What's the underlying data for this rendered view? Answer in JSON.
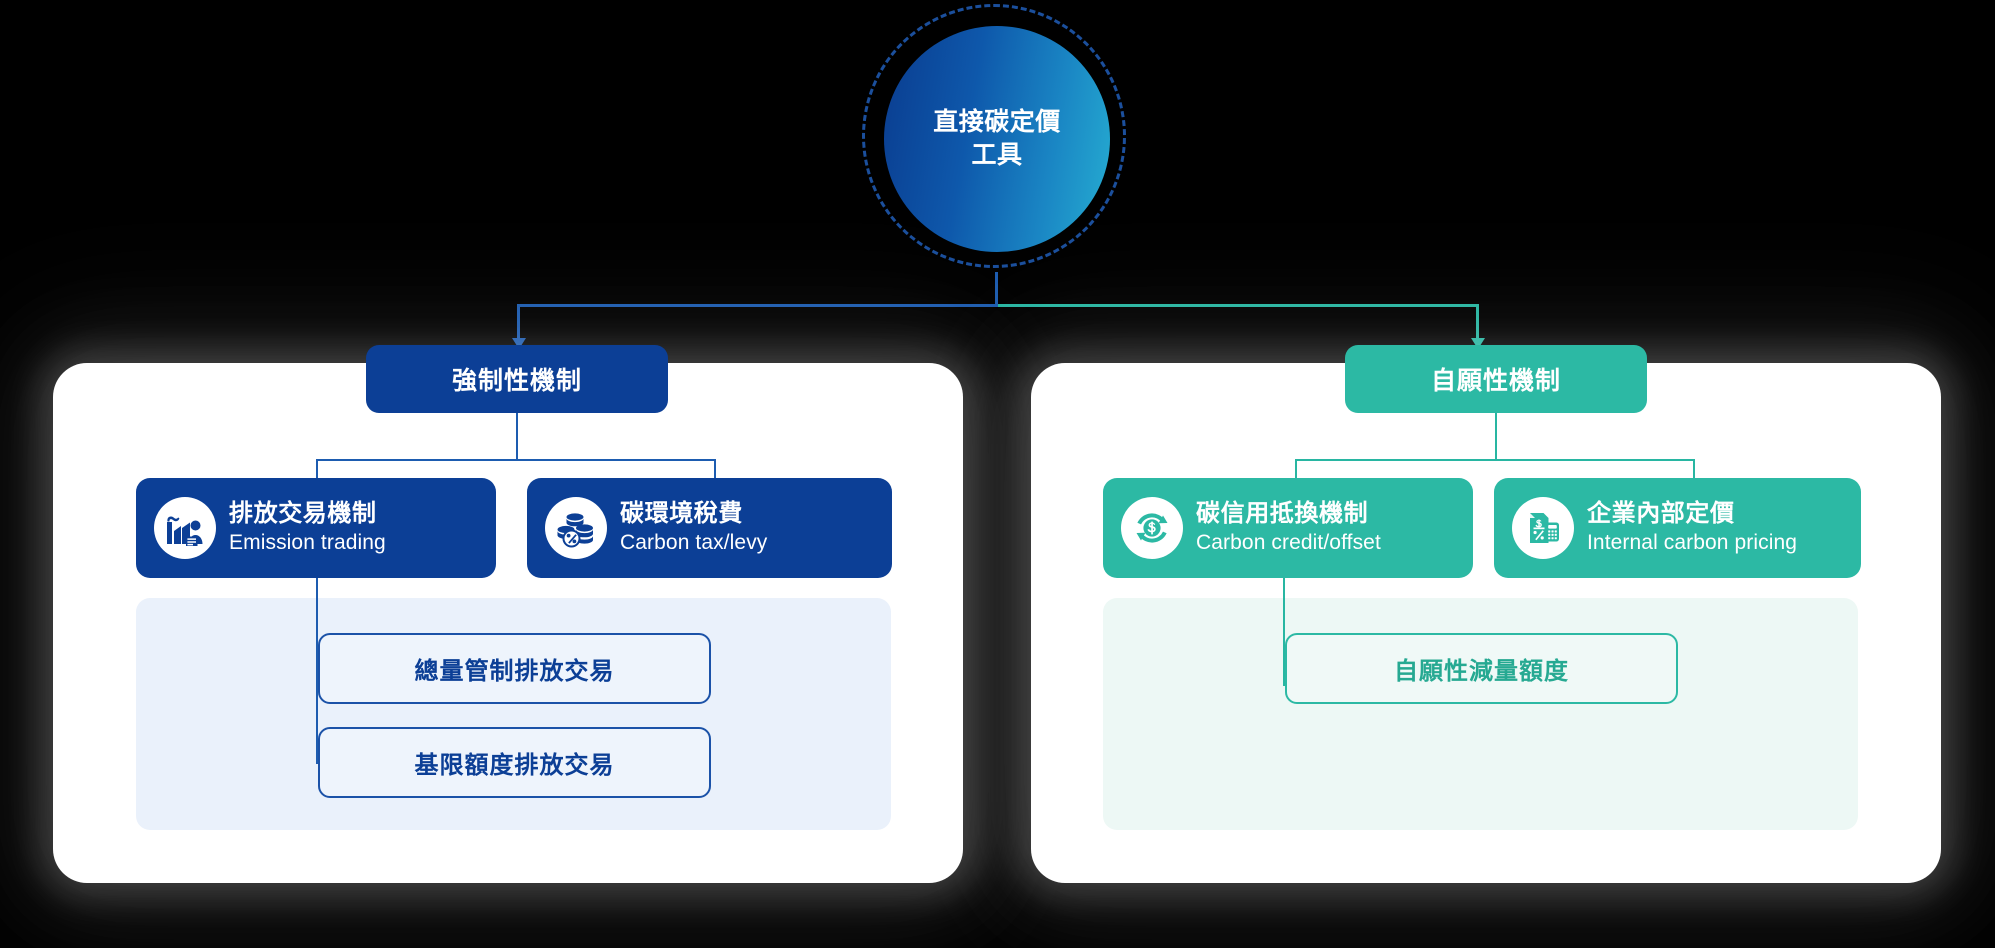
{
  "diagram": {
    "type": "hierarchy-tree",
    "title_zh": "直接碳定價工具",
    "root": {
      "line1": "直接碳定價",
      "line2": "工具",
      "gradient_from": "#0a3c8f",
      "gradient_to": "#26aed2"
    },
    "branches": [
      {
        "id": "mandatory",
        "label": "強制性機制",
        "accent": "#0c3f96",
        "panel_bg": "#eaf1fb",
        "instruments": [
          {
            "id": "emission-trading",
            "zh": "排放交易機制",
            "en": "Emission trading",
            "icon": "factory-icon"
          },
          {
            "id": "carbon-tax",
            "zh": "碳環境稅費",
            "en": "Carbon tax/levy",
            "icon": "coins-percent-icon"
          }
        ],
        "leaves": [
          {
            "id": "cap-and-trade",
            "label": "總量管制排放交易"
          },
          {
            "id": "baseline-and-credit",
            "label": "基限額度排放交易"
          }
        ]
      },
      {
        "id": "voluntary",
        "label": "自願性機制",
        "accent": "#2cb9a4",
        "panel_bg": "#edf8f5",
        "instruments": [
          {
            "id": "carbon-credit-offset",
            "zh": "碳信用抵換機制",
            "en": "Carbon credit/offset",
            "icon": "circular-arrows-dollar-icon"
          },
          {
            "id": "internal-carbon-pricing",
            "zh": "企業內部定價",
            "en": "Internal carbon pricing",
            "icon": "invoice-calculator-icon"
          }
        ],
        "leaves": [
          {
            "id": "voluntary-reduction-credit",
            "label": "自願性減量額度"
          }
        ]
      }
    ],
    "colors": {
      "background": "#000000",
      "card": "#ffffff",
      "blue": "#0c3f96",
      "blue_line": "#1d5cb0",
      "teal": "#2cb9a4",
      "teal_line": "#28b6a2",
      "leaf_blue_text": "#0c3f96",
      "leaf_teal_text": "#26a992"
    }
  }
}
